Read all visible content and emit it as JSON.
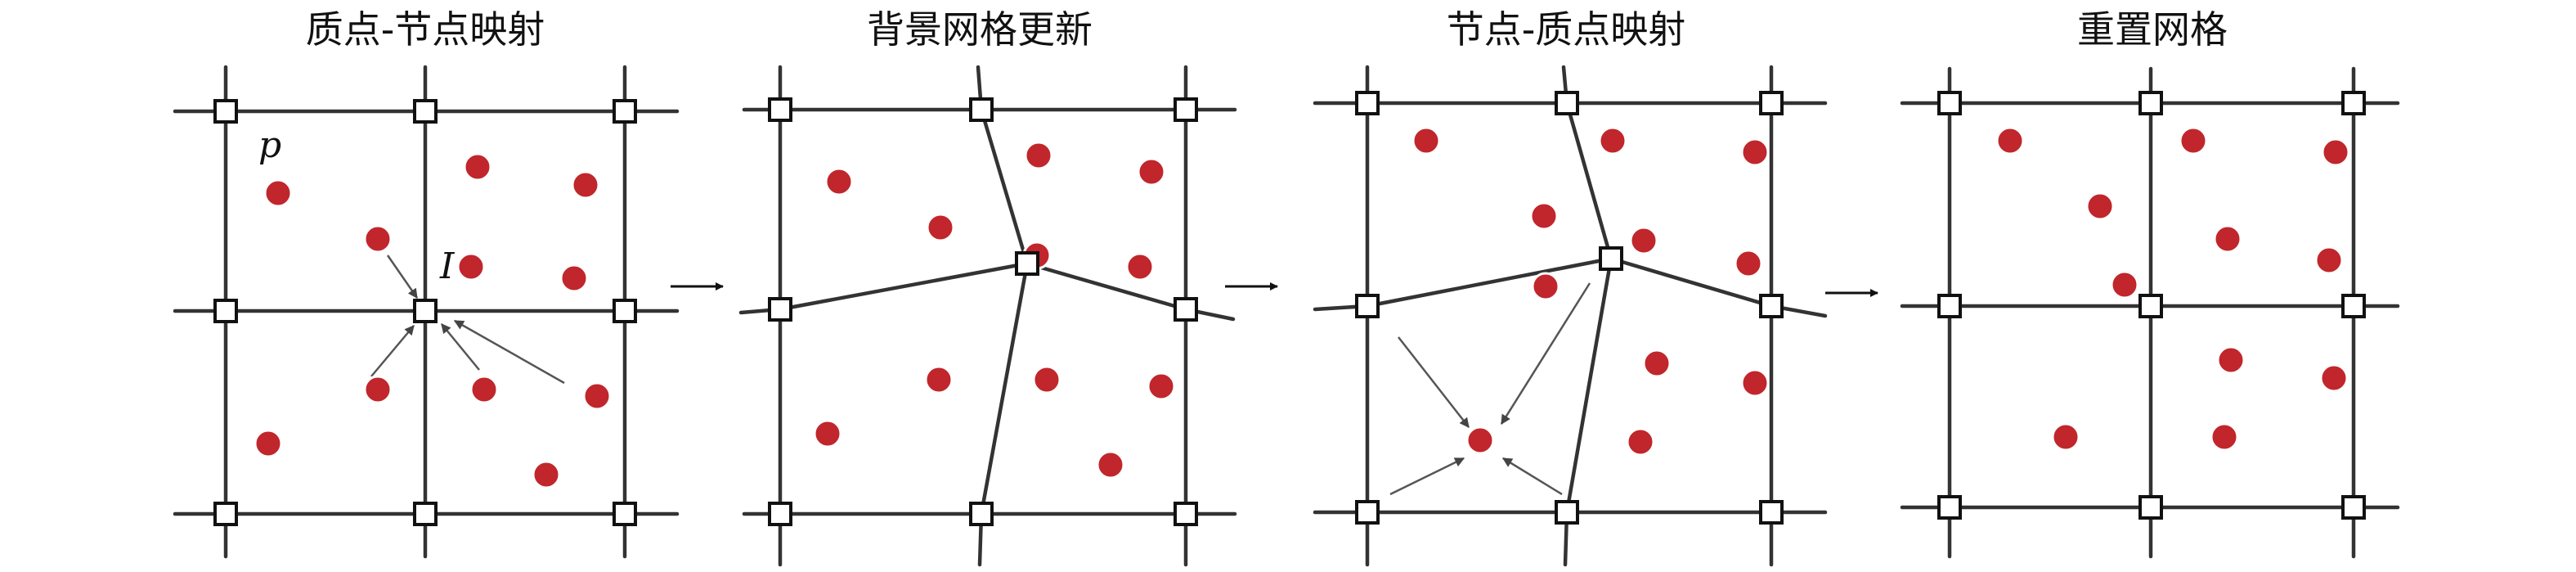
{
  "panels": [
    {
      "id": "p2g",
      "title": "质点-节点映射"
    },
    {
      "id": "grid-update",
      "title": "背景网格更新"
    },
    {
      "id": "g2p",
      "title": "节点-质点映射"
    },
    {
      "id": "grid-reset",
      "title": "重置网格"
    }
  ],
  "labels": {
    "particle": "p",
    "node": "I"
  },
  "colors": {
    "particle": "#c0262b",
    "line": "#333333",
    "node_stroke": "#111111",
    "background": "#ffffff"
  },
  "icons": {
    "node": "square-node-icon",
    "particle": "circle-particle-icon",
    "step": "right-arrow-icon"
  }
}
